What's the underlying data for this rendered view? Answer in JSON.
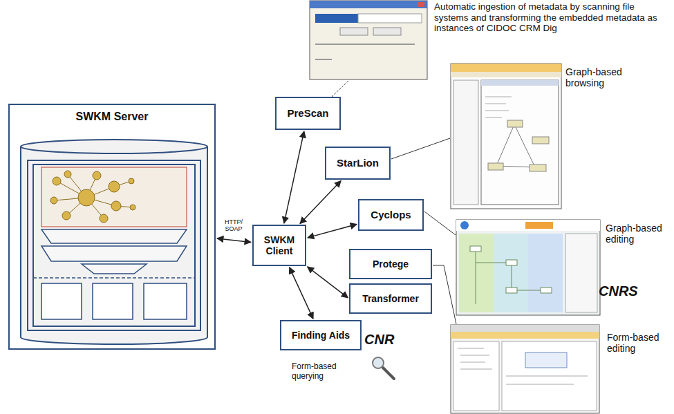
{
  "diagram": {
    "nodes": [
      {
        "text": [
          "SWKM Server"
        ]
      },
      {
        "text": [
          "SWKM Client"
        ]
      },
      {
        "text": [
          "PreScan"
        ]
      },
      {
        "text": [
          "StarLion"
        ]
      },
      {
        "text": [
          "Cyclops"
        ]
      },
      {
        "text": [
          "Protege"
        ]
      },
      {
        "text": [
          "Transformer"
        ]
      },
      {
        "text": [
          "Finding Aids"
        ]
      }
    ],
    "edges": [
      {
        "from": 0,
        "to": 1,
        "label": "HTTP/ SOAP",
        "arrow": "both"
      },
      {
        "from": 1,
        "to": 2,
        "arrow": "both"
      },
      {
        "from": 1,
        "to": 3,
        "arrow": "both"
      },
      {
        "from": 1,
        "to": 4,
        "arrow": "both"
      },
      {
        "from": 1,
        "to": 6,
        "arrow": "both"
      },
      {
        "from": 1,
        "to": 7,
        "arrow": "both"
      }
    ],
    "labels": [
      "Automatic ingestion of metadata by scanning file systems and transforming the embedded metadata as instances of CIDOC CRM Dig",
      "Graph-based browsing",
      "Graph-based editing",
      "CNRS",
      "Form-based editing",
      "CNR",
      "Form-based querying"
    ]
  }
}
